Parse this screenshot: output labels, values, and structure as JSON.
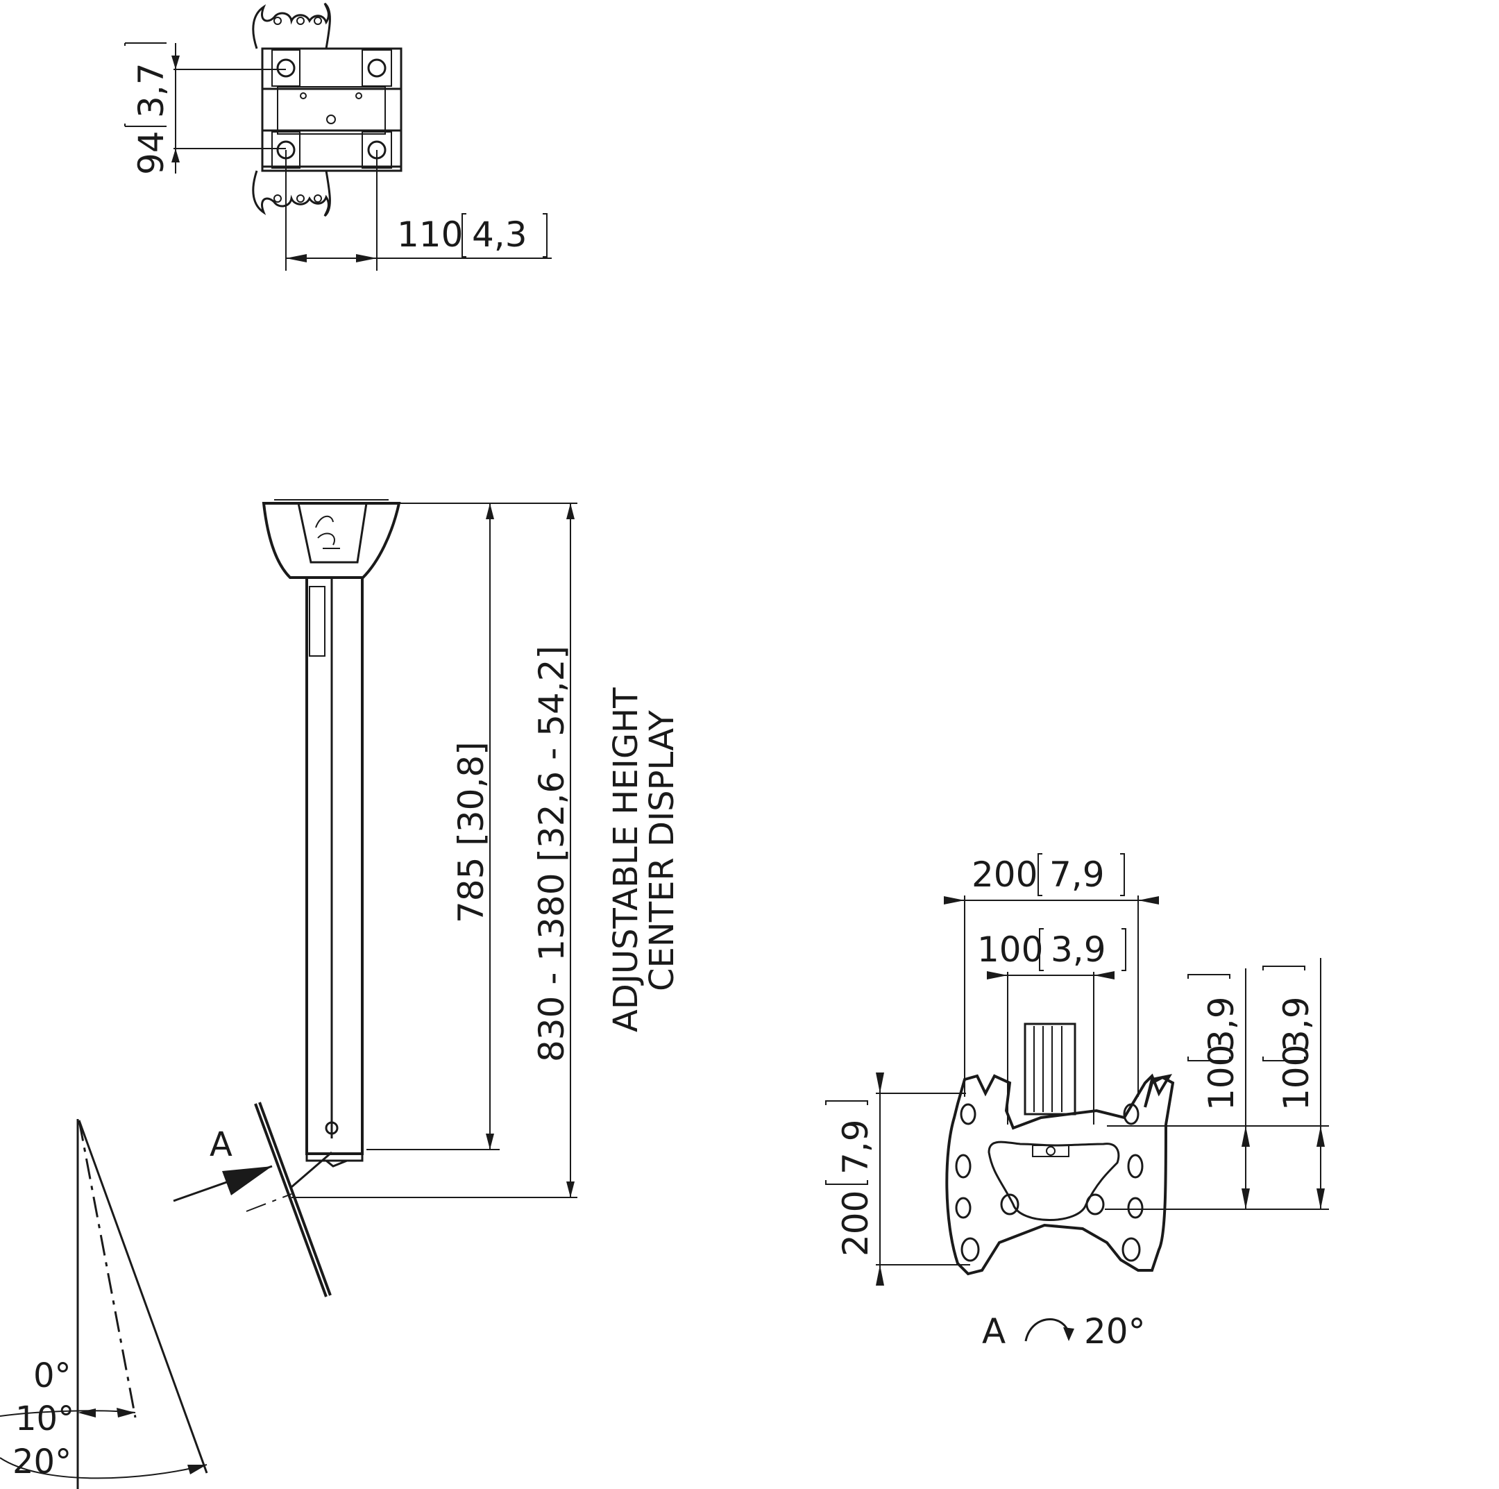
{
  "top_view": {
    "dim_vertical": {
      "value": "94",
      "bracket": "3,7"
    },
    "dim_horizontal": {
      "value": "110",
      "bracket": "4,3"
    }
  },
  "side_view": {
    "dim_pole": "785 [30,8]",
    "dim_total": "830 - 1380 [32,6 - 54,2]",
    "label_line1": "ADJUSTABLE HEIGHT",
    "label_line2": "CENTER DISPLAY",
    "view_marker": "A"
  },
  "tilt_scale": {
    "angles": [
      "0°",
      "10°",
      "20°"
    ]
  },
  "front_view": {
    "dim_width_outer": {
      "value": "200",
      "bracket": "7,9"
    },
    "dim_width_inner": {
      "value": "100",
      "bracket": "3,9"
    },
    "dim_height_left": {
      "value": "200",
      "bracket": "7,9"
    },
    "dim_height_right1": {
      "value": "100",
      "bracket": "3,9"
    },
    "dim_height_right2": {
      "value": "100",
      "bracket": "3,9"
    },
    "caption_letter": "A",
    "caption_angle": "20°"
  }
}
